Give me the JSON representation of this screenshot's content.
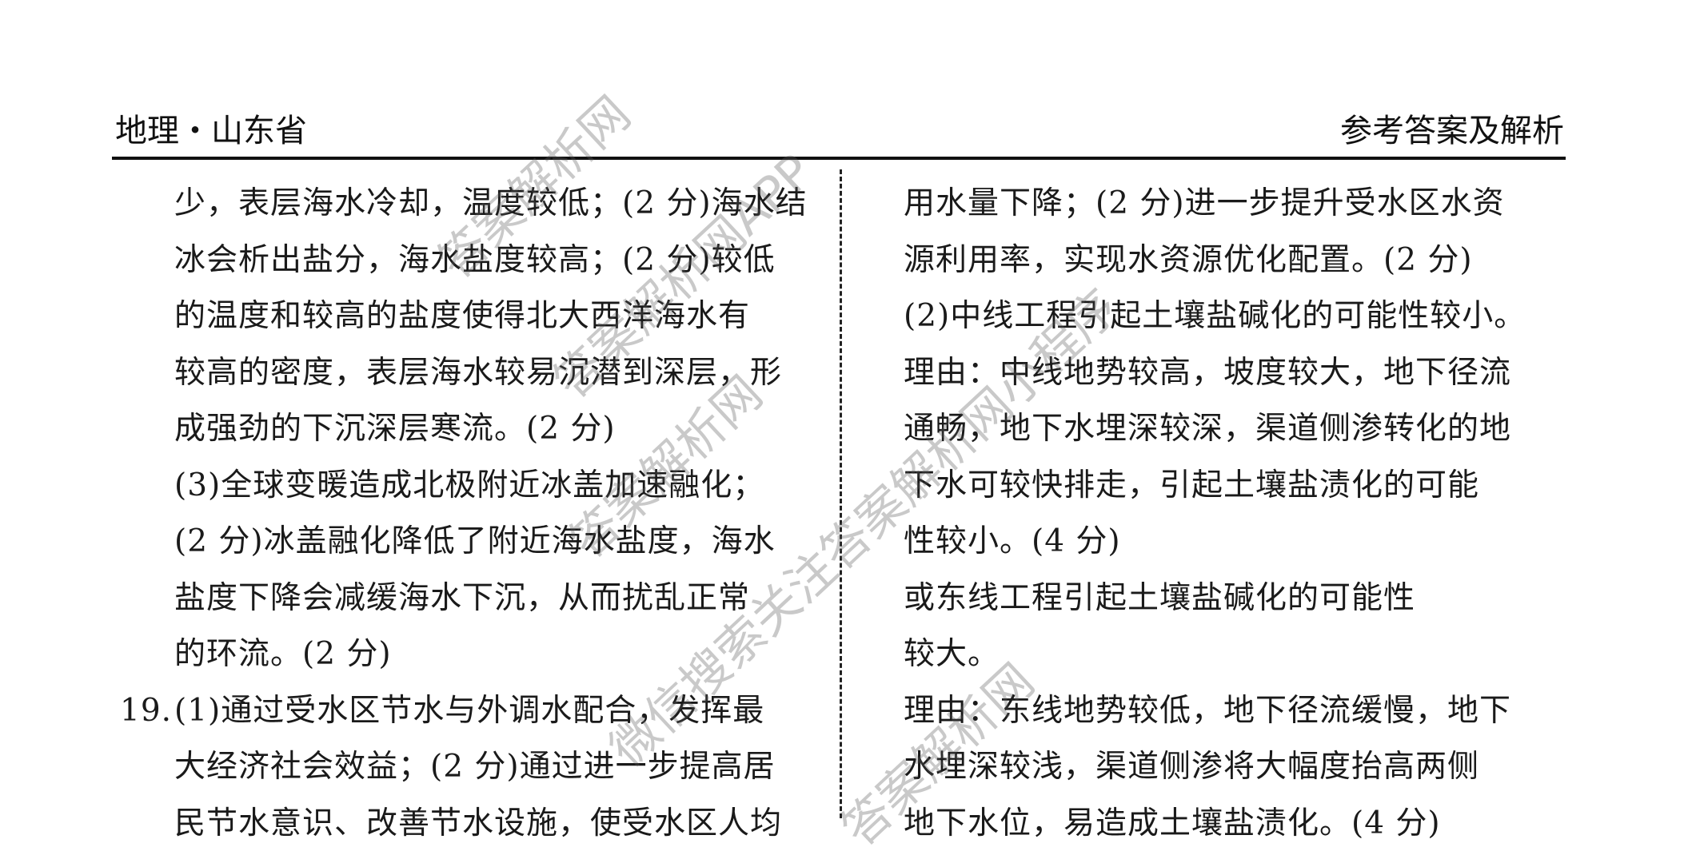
{
  "header": {
    "left": "地理・山东省",
    "right": "参考答案及解析"
  },
  "left_column": {
    "lines": [
      "少，表层海水冷却，温度较低；(2 分)海水结",
      "冰会析出盐分，海水盐度较高；(2 分)较低",
      "的温度和较高的盐度使得北大西洋海水有",
      "较高的密度，表层海水较易沉潜到深层，形",
      "成强劲的下沉深层寒流。(2 分)",
      "(3)全球变暖造成北极附近冰盖加速融化；",
      "(2 分)冰盖融化降低了附近海水盐度，海水",
      "盐度下降会减缓海水下沉，从而扰乱正常",
      "的环流。(2 分)"
    ],
    "q19": {
      "number": "19.",
      "lines": [
        "(1)通过受水区节水与外调水配合，发挥最",
        "大经济社会效益；(2 分)通过进一步提高居",
        "民节水意识、改善节水设施，使受水区人均"
      ]
    }
  },
  "right_column": {
    "lines": [
      "用水量下降；(2 分)进一步提升受水区水资",
      "源利用率，实现水资源优化配置。(2 分)",
      "(2)中线工程引起土壤盐碱化的可能性较小。",
      "理由：中线地势较高，坡度较大，地下径流",
      "通畅，地下水埋深较深，渠道侧渗转化的地",
      "下水可较快排走，引起土壤盐渍化的可能",
      "性较小。(4 分)",
      "或东线工程引起土壤盐碱化的可能性",
      "较大。",
      "理由：东线地势较低，地下径流缓慢，地下",
      "水埋深较浅，渠道侧渗将大幅度抬高两侧",
      "地下水位，易造成土壤盐渍化。(4 分)"
    ]
  },
  "watermarks": [
    "答案解析网",
    "答案解析网APP",
    "答案解析网",
    "微信搜索关注答案解析网小程序",
    "答案解析网"
  ]
}
